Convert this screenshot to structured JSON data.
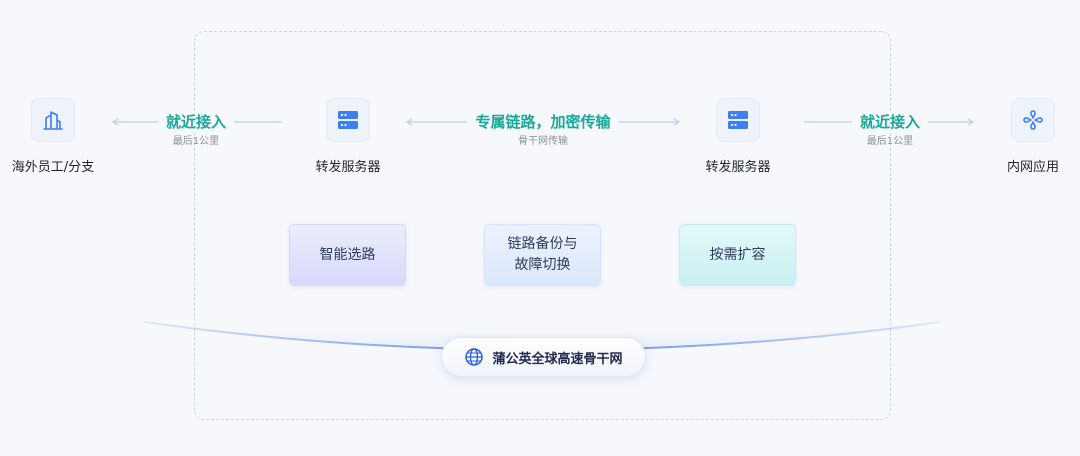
{
  "nodes": {
    "overseas_staff": {
      "label": "海外员工/分支",
      "icon": "building-icon"
    },
    "forward_server_left": {
      "label": "转发服务器",
      "icon": "server-icon"
    },
    "forward_server_right": {
      "label": "转发服务器",
      "icon": "server-icon"
    },
    "intranet_app": {
      "label": "内网应用",
      "icon": "app-node-icon"
    }
  },
  "links": {
    "left": {
      "title": "就近接入",
      "subtitle": "最后1公里"
    },
    "middle": {
      "title": "专属链路，加密传输",
      "subtitle": "骨干网传输"
    },
    "right": {
      "title": "就近接入",
      "subtitle": "最后1公里"
    }
  },
  "features": [
    {
      "label": "智能选路"
    },
    {
      "label": "链路备份与\n故障切换"
    },
    {
      "label": "按需扩容"
    }
  ],
  "backbone": {
    "label": "蒲公英全球高速骨干网",
    "icon": "globe-icon"
  },
  "colors": {
    "accent_teal": "#1aa89a",
    "icon_blue": "#3d7ef0",
    "arrow": "#b9cdf0",
    "arc": "#5b86e8"
  }
}
